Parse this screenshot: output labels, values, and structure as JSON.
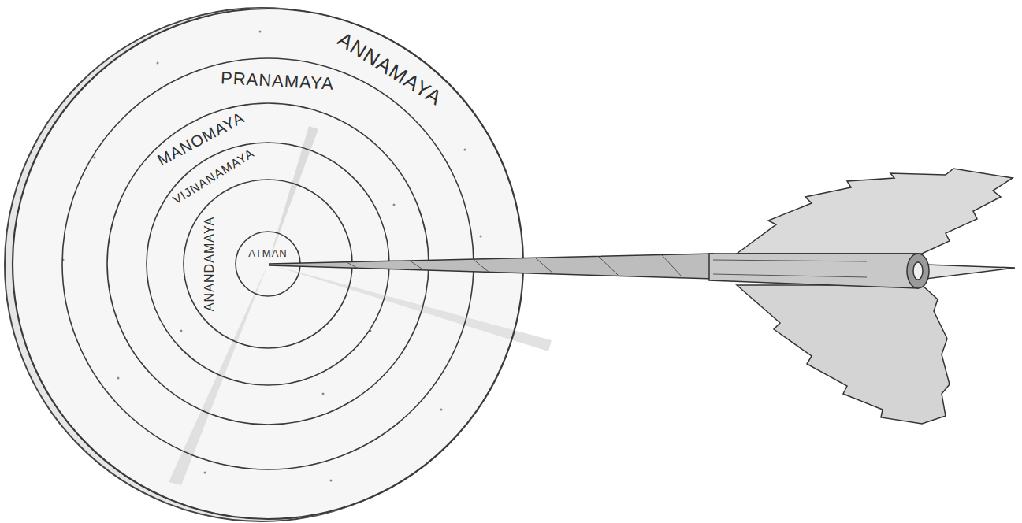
{
  "diagram": {
    "nodes": [
      {
        "text": [
          "ANNAMAYA"
        ]
      },
      {
        "text": [
          "PRANAMAYA"
        ],
        "in": 0
      },
      {
        "text": [
          "MANOMAYA"
        ],
        "in": 1
      },
      {
        "text": [
          "VIJNANAMAYA"
        ],
        "in": 2
      },
      {
        "text": [
          "ANANDAMAYA"
        ],
        "in": 3
      },
      {
        "text": [
          "ATMAN"
        ],
        "in": 4
      }
    ]
  }
}
